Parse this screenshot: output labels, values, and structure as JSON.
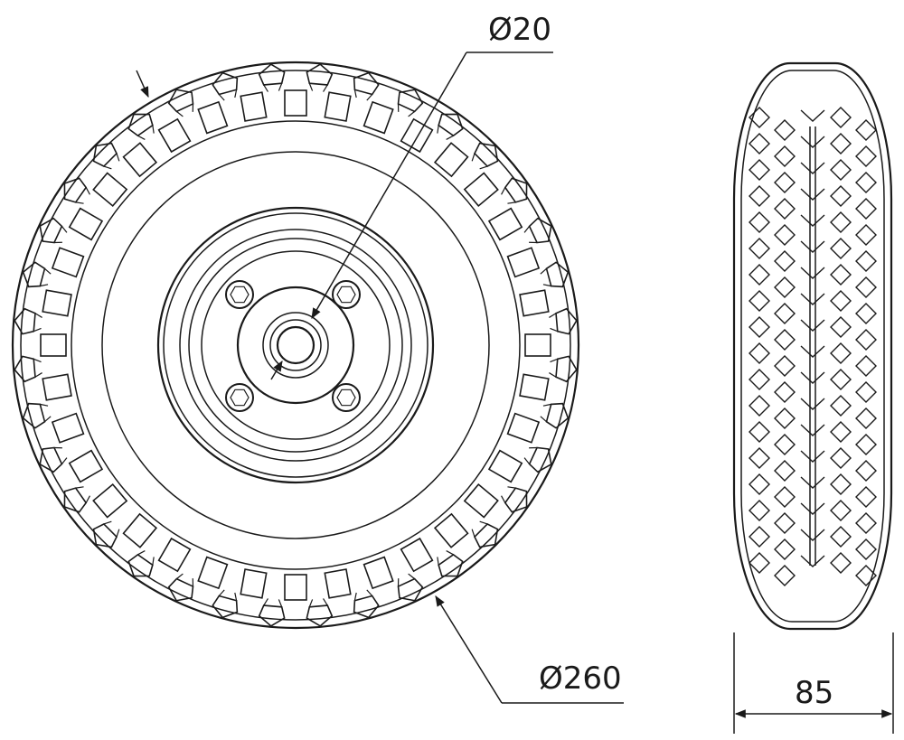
{
  "dimensions": {
    "bore_diameter": "Ø20",
    "outer_diameter": "Ø260",
    "tire_width": "85"
  },
  "views": [
    {
      "name": "front-view",
      "label": ""
    },
    {
      "name": "side-view",
      "label": ""
    }
  ],
  "colors": {
    "line": "#1a1a1a",
    "background": "#ffffff"
  }
}
